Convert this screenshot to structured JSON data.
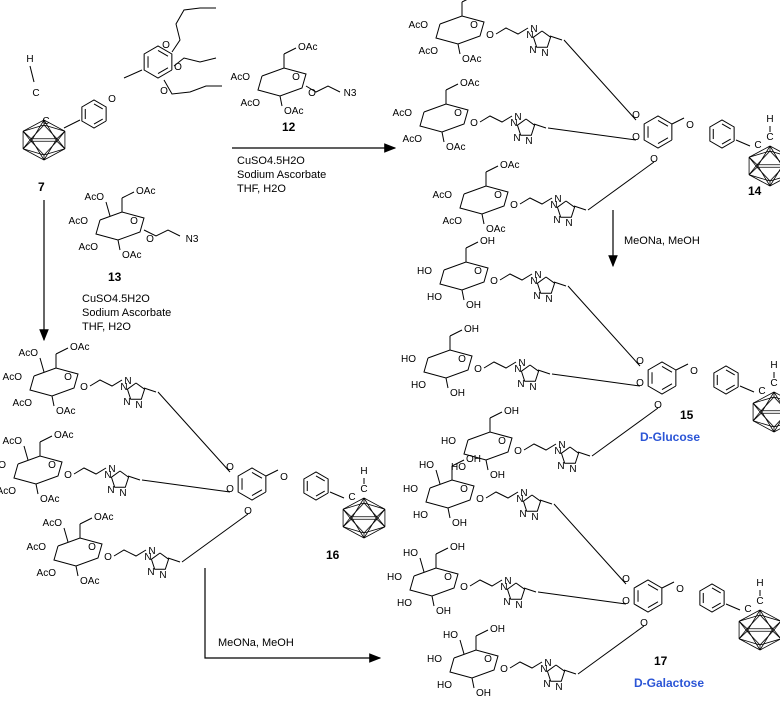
{
  "compounds": {
    "c7": "7",
    "c12": "12",
    "c13": "13",
    "c14": "14",
    "c15": "15",
    "c16": "16",
    "c17": "17"
  },
  "sugar_labels": {
    "glucose": "D-Glucose",
    "galactose": "D-Galactose"
  },
  "conditions": {
    "click_top": [
      "CuSO4.5H2O",
      "Sodium Ascorbate",
      "THF, H2O"
    ],
    "click_left": [
      "CuSO4.5H2O",
      "Sodium Ascorbate",
      "THF, H2O"
    ],
    "deprotect_right": "MeONa, MeOH",
    "deprotect_bottom": "MeONa, MeOH"
  },
  "atoms": {
    "OAc": "OAc",
    "AcO": "AcO",
    "O": "O",
    "N": "N",
    "N3": "N3",
    "H": "H",
    "C": "C",
    "OH": "OH",
    "HO": "HO"
  },
  "colors": {
    "sugar_label": "#2b55d6",
    "line": "#000000"
  }
}
